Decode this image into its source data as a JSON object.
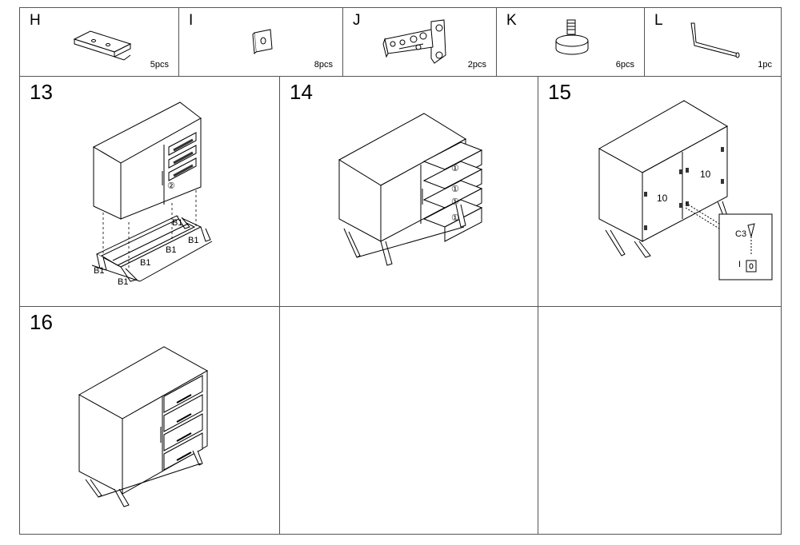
{
  "parts": [
    {
      "letter": "H",
      "qty": "5pcs",
      "icon": "bracket-icon"
    },
    {
      "letter": "I",
      "qty": "8pcs",
      "icon": "cam-plate-icon"
    },
    {
      "letter": "J",
      "qty": "2pcs",
      "icon": "hinge-icon"
    },
    {
      "letter": "K",
      "qty": "6pcs",
      "icon": "leveling-foot-icon"
    },
    {
      "letter": "L",
      "qty": "1pc",
      "icon": "allen-key-icon"
    }
  ],
  "steps": [
    {
      "number": "13",
      "labels": {
        "b1": "B1",
        "panel": "②"
      }
    },
    {
      "number": "14",
      "labels": {
        "drawer": "①"
      }
    },
    {
      "number": "15",
      "labels": {
        "door": "10",
        "screw": "C3",
        "plate": "I"
      }
    },
    {
      "number": "16"
    },
    {
      "number": ""
    },
    {
      "number": ""
    }
  ]
}
